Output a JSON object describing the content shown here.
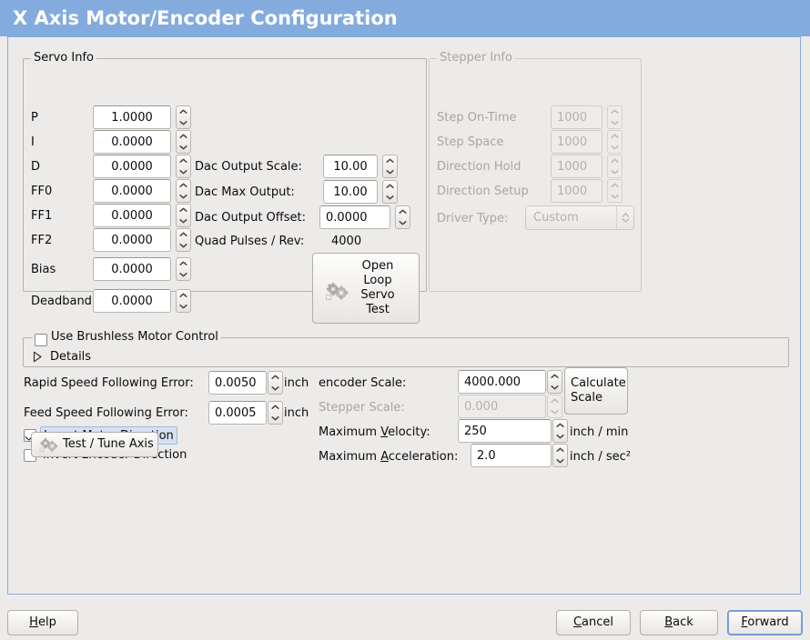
{
  "window": {
    "title": "X Axis Motor/Encoder Configuration"
  },
  "servo_group": {
    "legend": "Servo Info",
    "fields": [
      {
        "label": "P",
        "value": "1.0000"
      },
      {
        "label": "I",
        "value": "0.0000"
      },
      {
        "label": "D",
        "value": "0.0000"
      },
      {
        "label": "FF0",
        "value": "0.0000"
      },
      {
        "label": "FF1",
        "value": "0.0000"
      },
      {
        "label": "FF2",
        "value": "0.0000"
      },
      {
        "label": "Bias",
        "value": "0.0000"
      },
      {
        "label": "Deadband",
        "value": "0.0000"
      }
    ],
    "dac": [
      {
        "label": "Dac Output Scale:",
        "value": "10.00"
      },
      {
        "label": "Dac Max Output:",
        "value": "10.00"
      },
      {
        "label": "Dac Output Offset:",
        "value": "0.0000"
      }
    ],
    "quad_pulses_label": "Quad Pulses / Rev:",
    "quad_pulses_value": "4000",
    "open_loop_button": "Open\nLoop\nServo\nTest",
    "open_loop_icon": "gears-icon"
  },
  "stepper_group": {
    "legend": "Stepper Info",
    "disabled": true,
    "fields": [
      {
        "label": "Step On-Time",
        "value": "1000"
      },
      {
        "label": "Step Space",
        "value": "1000"
      },
      {
        "label": "Direction Hold",
        "value": "1000"
      },
      {
        "label": "Direction Setup",
        "value": "1000"
      }
    ],
    "driver_type_label": "Driver Type:",
    "driver_type_value": "Custom"
  },
  "brushless_group": {
    "checkbox_label": "Use Brushless Motor Control",
    "checked": false,
    "details_label": "Details",
    "details_expanded": false
  },
  "following_errors": [
    {
      "label": "Rapid Speed Following Error:",
      "value": "0.0050",
      "unit": "inch"
    },
    {
      "label": "Feed Speed Following Error:",
      "value": "0.0005",
      "unit": "inch"
    }
  ],
  "invert_options": [
    {
      "label": "Invert Motor Direction",
      "checked": true,
      "focused": true
    },
    {
      "label": "Invert Encoder Direction",
      "checked": false,
      "focused": false
    }
  ],
  "test_tune_button": {
    "label": "Test / Tune Axis",
    "icon": "gears-icon"
  },
  "scale_section": {
    "rows": [
      {
        "label": "encoder Scale:",
        "value": "4000.000",
        "unit": "",
        "disabled": false,
        "accel_index": -1
      },
      {
        "label": "Stepper Scale:",
        "value": "0.000",
        "unit": "",
        "disabled": true,
        "accel_index": -1
      },
      {
        "label": "Maximum Velocity:",
        "value": "250",
        "unit": "inch / min",
        "disabled": false,
        "accel_index": 8
      },
      {
        "label": "Maximum Acceleration:",
        "value": "2.0",
        "unit": "inch / sec²",
        "disabled": false,
        "accel_index": 8
      }
    ],
    "calculate_button": "Calculate\nScale"
  },
  "footer": {
    "help": "Help",
    "cancel": "Cancel",
    "back": "Back",
    "forward": "Forward"
  },
  "colors": {
    "titlebar": "#83abdd",
    "background": "#edebe9",
    "panel_border": "#83abdd",
    "frame_border": "#b4b0ab",
    "disabled_text": "#a9a5a1",
    "focus_bg": "#d5e2f3",
    "focus_border": "#9eb8da"
  }
}
